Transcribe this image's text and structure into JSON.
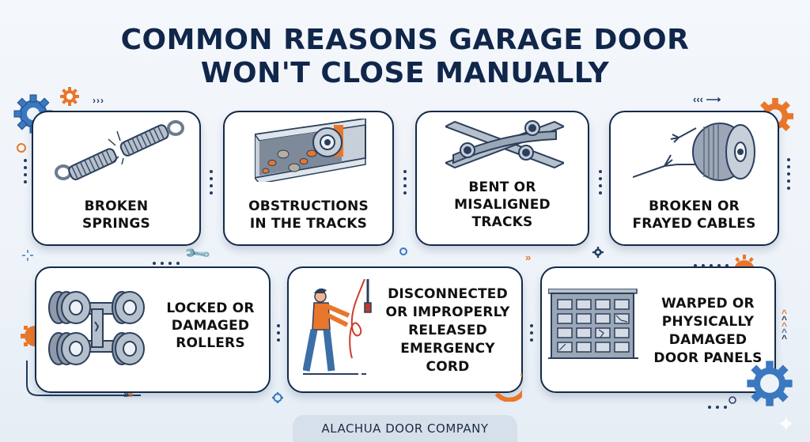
{
  "header": {
    "title_line1": "COMMON REASONS GARAGE DOOR",
    "title_line2": "WON'T CLOSE MANUALLY"
  },
  "cards": [
    {
      "id": "broken-springs",
      "icon": "broken-spring-icon",
      "line1": "BROKEN",
      "line2": "SPRINGS"
    },
    {
      "id": "obstructions",
      "icon": "obstructed-track-icon",
      "line1": "OBSTRUCTIONS",
      "line2": "IN THE TRACKS"
    },
    {
      "id": "bent-tracks",
      "icon": "bent-track-icon",
      "line1": "BENT OR",
      "line2": "MISALIGNED",
      "line3": "TRACKS"
    },
    {
      "id": "frayed-cables",
      "icon": "frayed-cable-spool-icon",
      "line1": "BROKEN OR",
      "line2": "FRAYED CABLES"
    },
    {
      "id": "damaged-rollers",
      "icon": "damaged-rollers-icon",
      "line1": "LOCKED OR",
      "line2": "DAMAGED",
      "line3": "ROLLERS"
    },
    {
      "id": "emergency-cord",
      "icon": "person-pulling-cord-icon",
      "line1": "DISCONNECTED",
      "line2": "OR IMPROPERLY",
      "line3": "RELEASED",
      "line4": "EMERGENCY",
      "line5": "CORD"
    },
    {
      "id": "damaged-panels",
      "icon": "damaged-garage-door-icon",
      "line1": "WARPED OR",
      "line2": "PHYSICALLY",
      "line3": "DAMAGED",
      "line4": "DOOR PANELS"
    }
  ],
  "footer": {
    "company": "ALACHUA DOOR COMPANY"
  },
  "colors": {
    "navy": "#10264a",
    "border": "#142a48",
    "orange": "#e9772b",
    "blue": "#3a78c0",
    "steel": "#8e9aaa",
    "background": "#eef3f9",
    "footer_bg": "#d6e0ea"
  }
}
